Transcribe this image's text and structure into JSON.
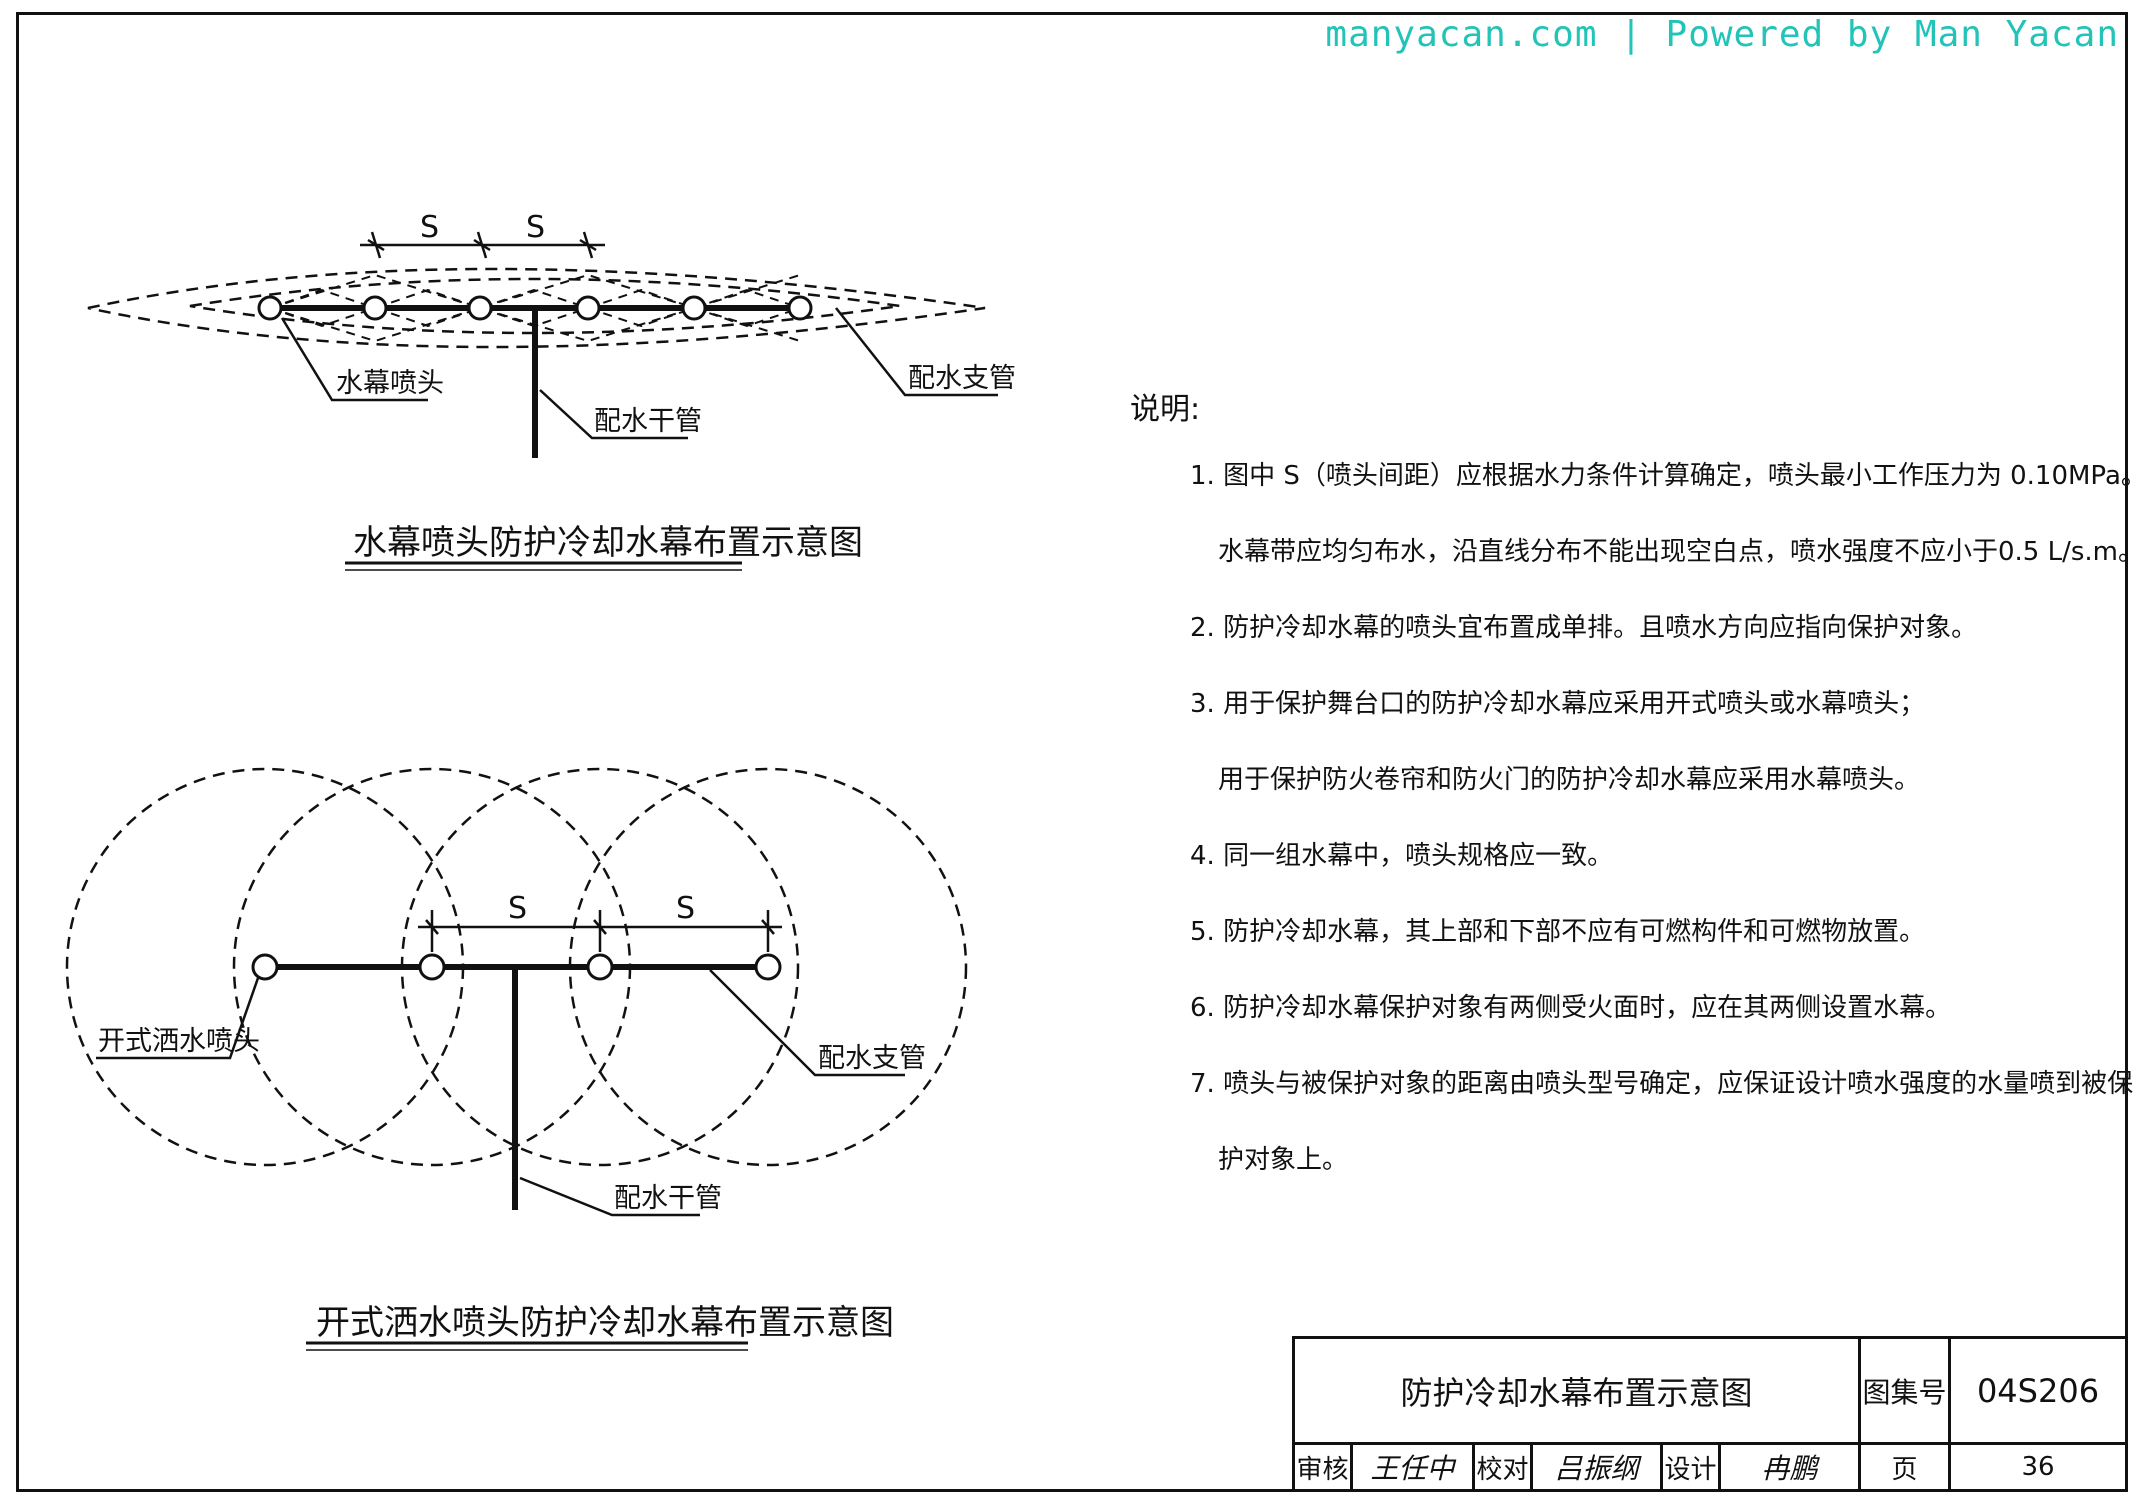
{
  "watermark": "manyacan.com | Powered by Man Yacan",
  "diagram_top": {
    "spacing_label": "S",
    "label_nozzle": "水幕喷头",
    "label_branch": "配水支管",
    "label_main": "配水干管",
    "caption": "水幕喷头防护冷却水幕布置示意图"
  },
  "diagram_bottom": {
    "spacing_label": "S",
    "label_nozzle": "开式洒水喷头",
    "label_branch": "配水支管",
    "label_main": "配水干管",
    "caption": "开式洒水喷头防护冷却水幕布置示意图"
  },
  "notes": {
    "title": "说明:",
    "items": [
      {
        "text": "1. 图中 S（喷头间距）应根据水力条件计算确定，喷头最小工作压力为 0.10MPa。",
        "cont": "水幕带应均匀布水，沿直线分布不能出现空白点，喷水强度不应小于0.5 L/s.m。"
      },
      {
        "text": "2. 防护冷却水幕的喷头宜布置成单排。且喷水方向应指向保护对象。",
        "cont": ""
      },
      {
        "text": "3. 用于保护舞台口的防护冷却水幕应采用开式喷头或水幕喷头；",
        "cont": "用于保护防火卷帘和防火门的防护冷却水幕应采用水幕喷头。"
      },
      {
        "text": "4. 同一组水幕中，喷头规格应一致。",
        "cont": ""
      },
      {
        "text": "5. 防护冷却水幕，其上部和下部不应有可燃构件和可燃物放置。",
        "cont": ""
      },
      {
        "text": "6. 防护冷却水幕保护对象有两侧受火面时，应在其两侧设置水幕。",
        "cont": ""
      },
      {
        "text": "7. 喷头与被保护对象的距离由喷头型号确定，应保证设计喷水强度的水量喷到被保",
        "cont": "护对象上。"
      }
    ]
  },
  "title_block": {
    "drawing_title": "防护冷却水幕布置示意图",
    "atlas_label": "图集号",
    "atlas_number": "04S206",
    "review_label": "审核",
    "review_sig": "王任中",
    "check_label": "校对",
    "check_sig": "吕振纲",
    "design_label": "设计",
    "design_sig": "冉鹏",
    "page_label": "页",
    "page_number": "36"
  }
}
